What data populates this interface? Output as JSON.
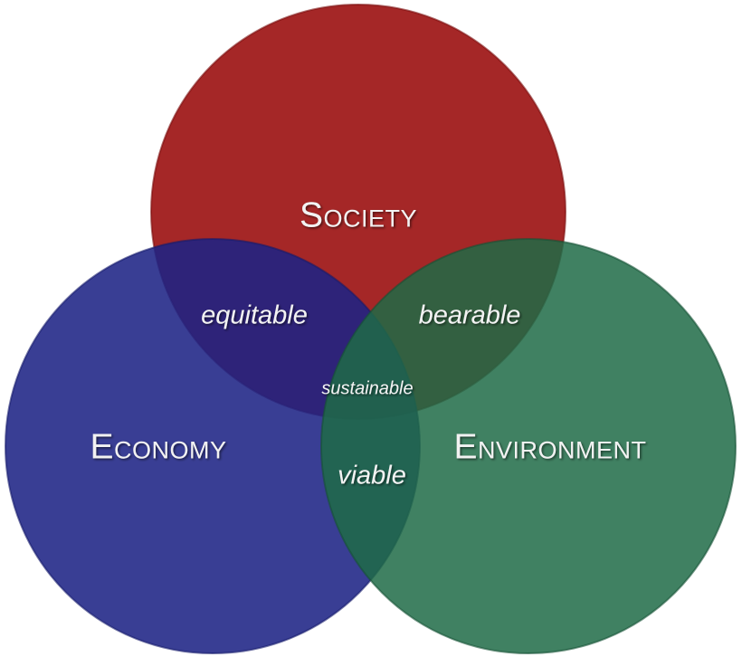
{
  "diagram": {
    "type": "venn-3",
    "circles": [
      {
        "id": "society",
        "label": "Society",
        "color": "#9b1010"
      },
      {
        "id": "economy",
        "label": "Economy",
        "color": "#1e2385"
      },
      {
        "id": "environment",
        "label": "Environment",
        "color": "#1e6b47"
      }
    ],
    "overlaps": {
      "society_economy": "equitable",
      "society_environment": "bearable",
      "economy_environment": "viable",
      "all": "sustainable"
    }
  }
}
